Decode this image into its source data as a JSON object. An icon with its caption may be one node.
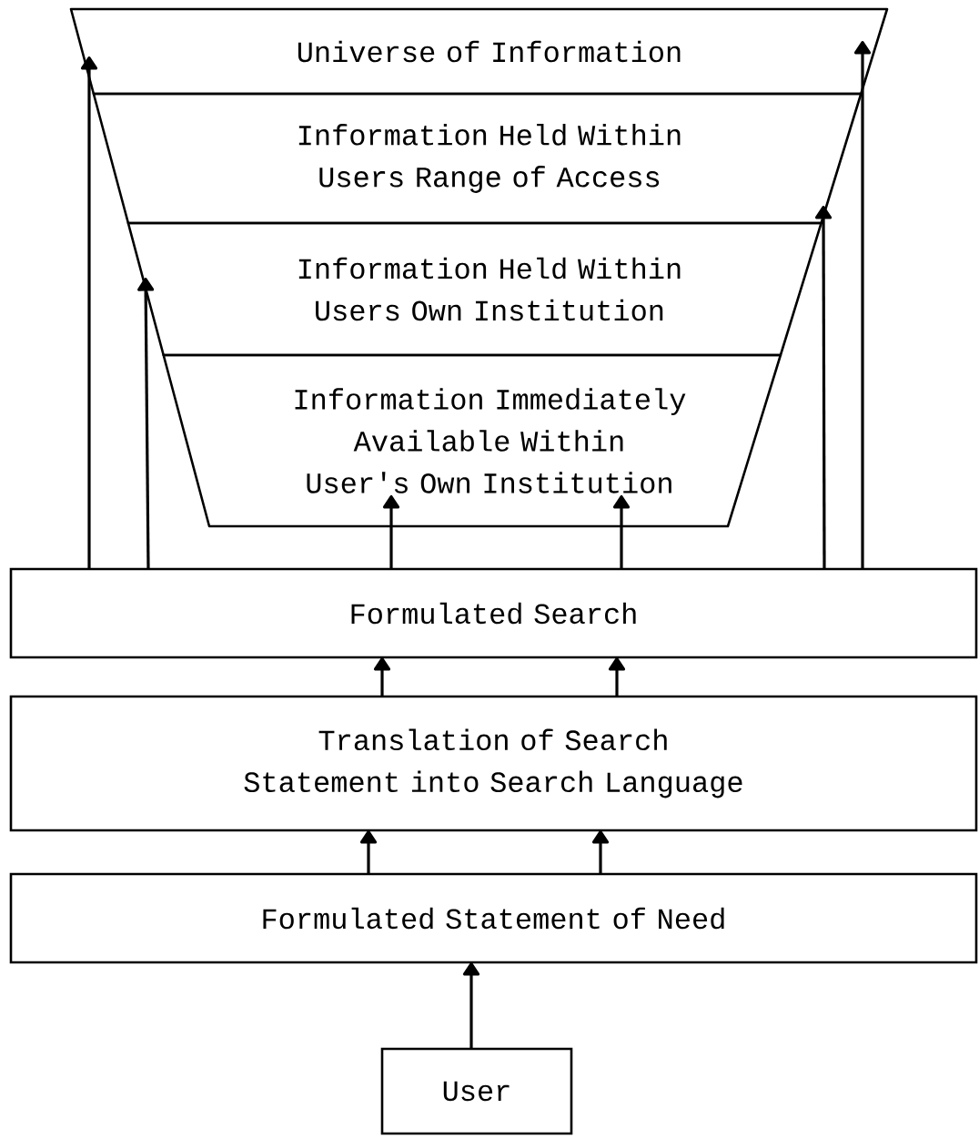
{
  "diagram": {
    "nodes": [
      {
        "text": [
          "Universe of Information"
        ]
      },
      {
        "text": [
          "Information Held Within Users Range of Access"
        ]
      },
      {
        "text": [
          "Information Held Within Users Own Institution"
        ]
      },
      {
        "text": [
          "Information Immediately Available Within User's Own Institution"
        ]
      },
      {
        "text": [
          "Formulated Search"
        ]
      },
      {
        "text": [
          "Translation of Search Statement into Search Language"
        ]
      },
      {
        "text": [
          "Formulated Statement of Need"
        ]
      },
      {
        "text": [
          "User"
        ]
      }
    ],
    "edges": [
      {
        "from": 7,
        "to": 6,
        "arrow": "to"
      },
      {
        "from": 6,
        "to": 5,
        "arrow": "to"
      },
      {
        "from": 6,
        "to": 5,
        "arrow": "to"
      },
      {
        "from": 5,
        "to": 4,
        "arrow": "to"
      },
      {
        "from": 5,
        "to": 4,
        "arrow": "to"
      },
      {
        "from": 4,
        "to": 3,
        "arrow": "to"
      },
      {
        "from": 4,
        "to": 3,
        "arrow": "to"
      },
      {
        "from": 4,
        "to": 0,
        "arrow": "to"
      },
      {
        "from": 4,
        "to": 2,
        "arrow": "to"
      },
      {
        "from": 4,
        "to": 1,
        "arrow": "to"
      },
      {
        "from": 4,
        "to": 0,
        "arrow": "to"
      }
    ]
  }
}
